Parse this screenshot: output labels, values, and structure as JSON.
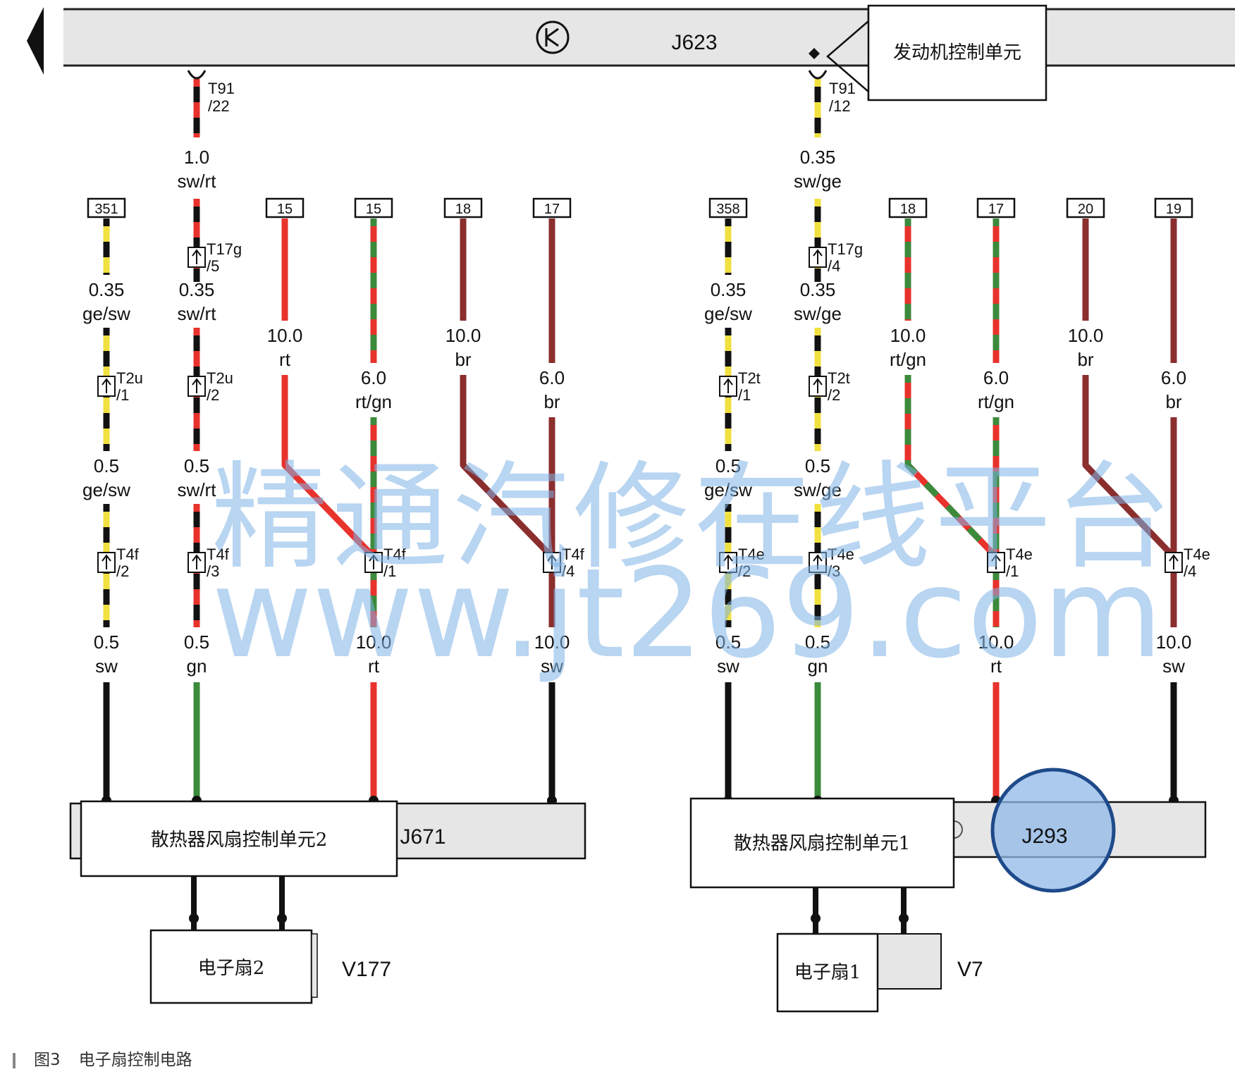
{
  "ecu": {
    "code": "J623",
    "label": "发动机控制单元"
  },
  "top_connectors": [
    {
      "pin_label": "T91\n/22",
      "gauge": "1.0",
      "color": "sw/rt"
    },
    {
      "pin_label": "T91\n/12",
      "gauge": "0.35",
      "color": "sw/ge"
    }
  ],
  "terminals": [
    "351",
    "15",
    "15",
    "18",
    "17",
    "358",
    "18",
    "17",
    "20",
    "19"
  ],
  "wires_left": [
    {
      "segments": [
        {
          "gauge": "0.35",
          "color": "ge/sw"
        },
        {
          "gauge": "0.5",
          "color": "ge/sw"
        },
        {
          "gauge": "0.5",
          "color": "sw"
        }
      ],
      "connectors": [
        "T2u\n/1",
        "T4f\n/2"
      ]
    },
    {
      "segments": [
        {
          "gauge": "0.35",
          "color": "sw/rt"
        },
        {
          "gauge": "0.5",
          "color": "sw/rt"
        },
        {
          "gauge": "0.5",
          "color": "gn"
        }
      ],
      "connectors": [
        "T17g\n/5",
        "T2u\n/2",
        "T4f\n/3"
      ]
    },
    {
      "segments": [
        {
          "gauge": "10.0",
          "color": "rt"
        }
      ]
    },
    {
      "segments": [
        {
          "gauge": "6.0",
          "color": "rt/gn"
        },
        {
          "gauge": "10.0",
          "color": "rt"
        }
      ],
      "connectors": [
        "T4f\n/1"
      ]
    },
    {
      "segments": [
        {
          "gauge": "10.0",
          "color": "br"
        }
      ]
    },
    {
      "segments": [
        {
          "gauge": "6.0",
          "color": "br"
        },
        {
          "gauge": "10.0",
          "color": "sw"
        }
      ],
      "connectors": [
        "T4f\n/4"
      ]
    }
  ],
  "wires_right": [
    {
      "segments": [
        {
          "gauge": "0.35",
          "color": "ge/sw"
        },
        {
          "gauge": "0.5",
          "color": "ge/sw"
        },
        {
          "gauge": "0.5",
          "color": "sw"
        }
      ],
      "connectors": [
        "T2t\n/1",
        "T4e\n/2"
      ]
    },
    {
      "segments": [
        {
          "gauge": "0.35",
          "color": "sw/ge"
        },
        {
          "gauge": "0.5",
          "color": "sw/ge"
        },
        {
          "gauge": "0.5",
          "color": "gn"
        }
      ],
      "connectors": [
        "T17g\n/4",
        "T2t\n/2",
        "T4e\n/3"
      ]
    },
    {
      "segments": [
        {
          "gauge": "10.0",
          "color": "rt/gn"
        }
      ]
    },
    {
      "segments": [
        {
          "gauge": "6.0",
          "color": "rt/gn"
        },
        {
          "gauge": "10.0",
          "color": "rt"
        }
      ],
      "connectors": [
        "T4e\n/1"
      ]
    },
    {
      "segments": [
        {
          "gauge": "10.0",
          "color": "br"
        }
      ]
    },
    {
      "segments": [
        {
          "gauge": "6.0",
          "color": "br"
        },
        {
          "gauge": "10.0",
          "color": "sw"
        }
      ],
      "connectors": [
        "T4e\n/4"
      ]
    }
  ],
  "modules": [
    {
      "code": "J671",
      "label": "散热器风扇控制单元2"
    },
    {
      "code": "J293",
      "label": "散热器风扇控制单元1"
    }
  ],
  "fans": [
    {
      "code": "V177",
      "label": "电子扇2"
    },
    {
      "code": "V7",
      "label": "电子扇1"
    }
  ],
  "watermark": {
    "line1": "精通汽修在线平台",
    "line2": "www.jt269.com"
  },
  "caption": {
    "number": "图3",
    "text": "电子扇控制电路"
  },
  "colors": {
    "red": "#e8322c",
    "green": "#3c8a3c",
    "yellow": "#f0e040",
    "brown": "#8b2e2e",
    "black": "#111111",
    "bar": "#e6e6e6",
    "highlight": "#8fb8e8"
  }
}
